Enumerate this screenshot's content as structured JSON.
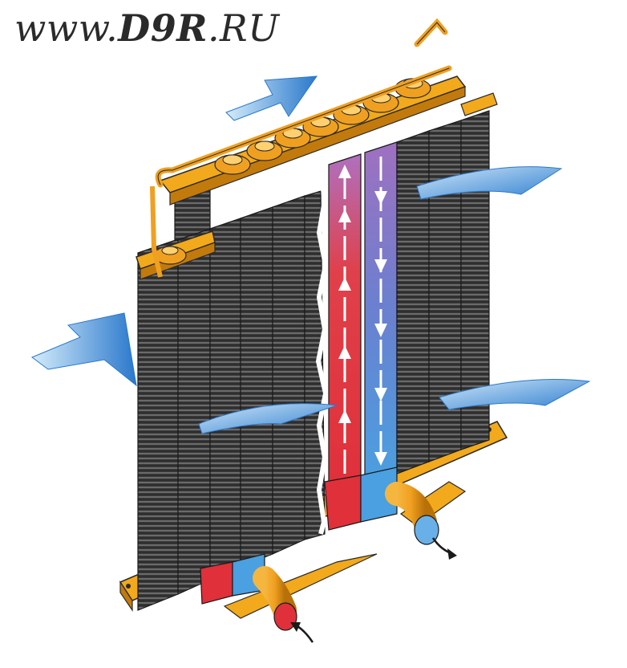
{
  "watermark": {
    "prefix": "www.",
    "brand": "D9R",
    "suffix": ".RU"
  },
  "colors": {
    "frame": "#f2a91c",
    "frame_dark": "#c27a0c",
    "core": "#3a3a3a",
    "core_fin": "#9a9a9a",
    "hot": "#e0303a",
    "cold": "#4a9fe0",
    "mixed": "#8a5fb4",
    "air": "#3f8fd6",
    "white": "#ffffff"
  },
  "icons": {
    "air_in": "air-inflow-arrow-icon",
    "air_out": "air-outflow-arrow-icon",
    "coolant_in": "coolant-inlet-arrow-icon",
    "coolant_out": "coolant-outlet-arrow-icon"
  }
}
